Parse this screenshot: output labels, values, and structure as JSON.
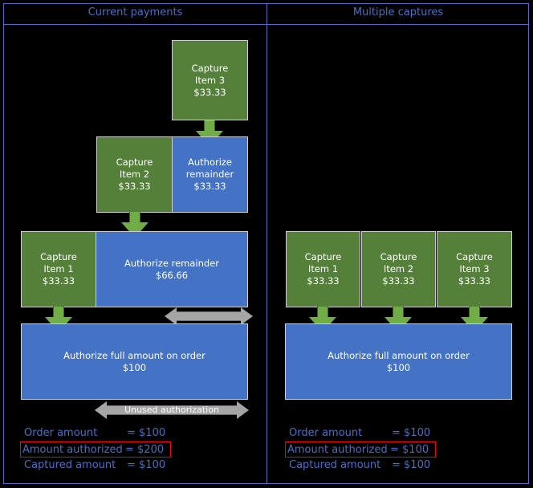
{
  "columns": {
    "left_title": "Current payments",
    "right_title": "Multiple captures"
  },
  "colors": {
    "green_box": "#55803a",
    "blue_box": "#4472c4",
    "green_arrow": "#70ad47",
    "gray_arrow": "#a5a5a5",
    "frame_blue": "#4a6fc4",
    "highlight_red": "#ff0000",
    "background": "#000000"
  },
  "left_panel": {
    "capture_item3": {
      "line1": "Capture",
      "line2": "Item 3",
      "amount": "$33.33"
    },
    "capture_item2": {
      "line1": "Capture",
      "line2": "Item 2",
      "amount": "$33.33"
    },
    "authorize_remainder_small": {
      "line1": "Authorize",
      "line2": "remainder",
      "amount": "$33.33"
    },
    "capture_item1": {
      "line1": "Capture",
      "line2": "Item 1",
      "amount": "$33.33"
    },
    "authorize_remainder_large": {
      "line1": "Authorize remainder",
      "amount": "$66.66"
    },
    "authorize_full": {
      "line1": "Authorize full amount on order",
      "amount": "$100"
    },
    "unused_authorization_label": "Unused authorization",
    "legend": [
      {
        "label": "Order amount",
        "value": "= $100",
        "highlighted": false
      },
      {
        "label": "Amount authorized",
        "value": "= $200",
        "highlighted": true
      },
      {
        "label": "Captured amount",
        "value": "= $100",
        "highlighted": false
      }
    ]
  },
  "right_panel": {
    "capture_item1": {
      "line1": "Capture",
      "line2": "Item 1",
      "amount": "$33.33"
    },
    "capture_item2": {
      "line1": "Capture",
      "line2": "Item 2",
      "amount": "$33.33"
    },
    "capture_item3": {
      "line1": "Capture",
      "line2": "Item 3",
      "amount": "$33.33"
    },
    "authorize_full": {
      "line1": "Authorize full amount on order",
      "amount": "$100"
    },
    "legend": [
      {
        "label": "Order amount",
        "value": "= $100",
        "highlighted": false
      },
      {
        "label": "Amount authorized",
        "value": "= $100",
        "highlighted": true
      },
      {
        "label": "Captured amount",
        "value": "= $100",
        "highlighted": false
      }
    ]
  }
}
